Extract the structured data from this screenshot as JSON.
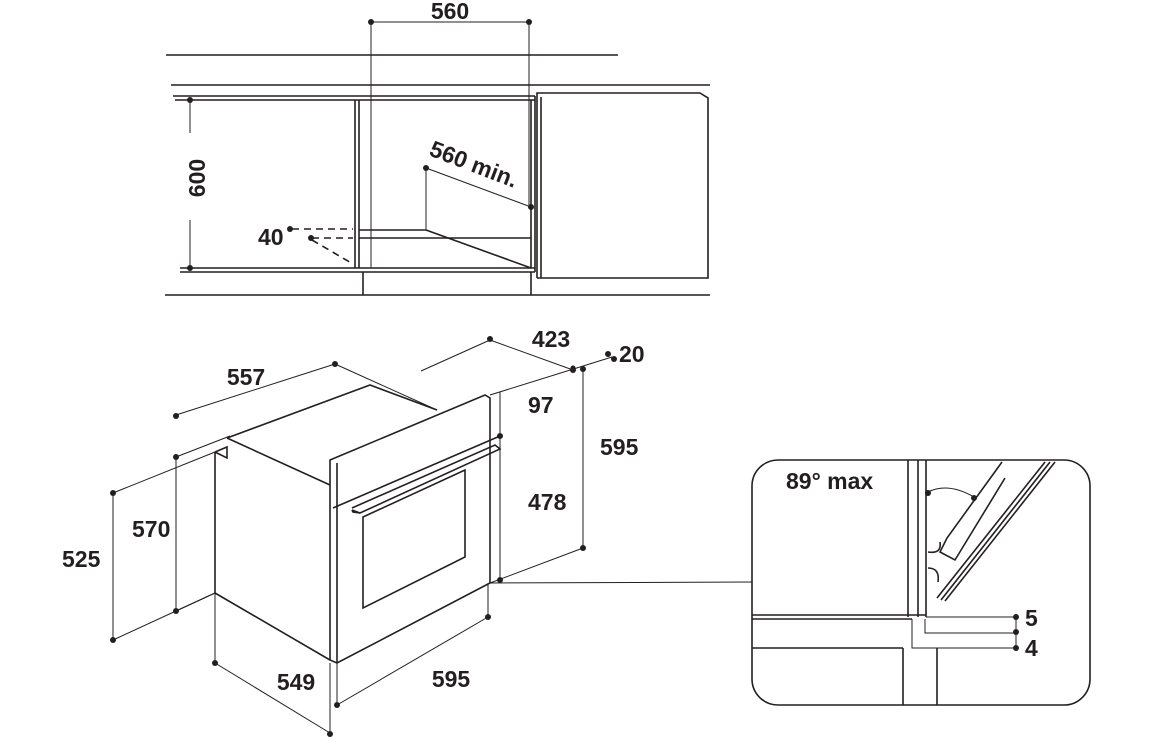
{
  "niche_diagram": {
    "width_label": "560",
    "height_label": "600",
    "depth_label": "560 min.",
    "vent_label": "40"
  },
  "oven_diagram": {
    "top_depth_label": "557",
    "door_depth_label": "423",
    "door_thickness_label": "20",
    "control_panel_height_label": "97",
    "front_height_label": "595",
    "door_height_label": "478",
    "body_height_label": "570",
    "side_height_label": "525",
    "body_depth_label": "549",
    "front_width_label": "595"
  },
  "detail_inset": {
    "angle_label": "89° max",
    "gap_top_label": "5",
    "gap_bottom_label": "4"
  }
}
